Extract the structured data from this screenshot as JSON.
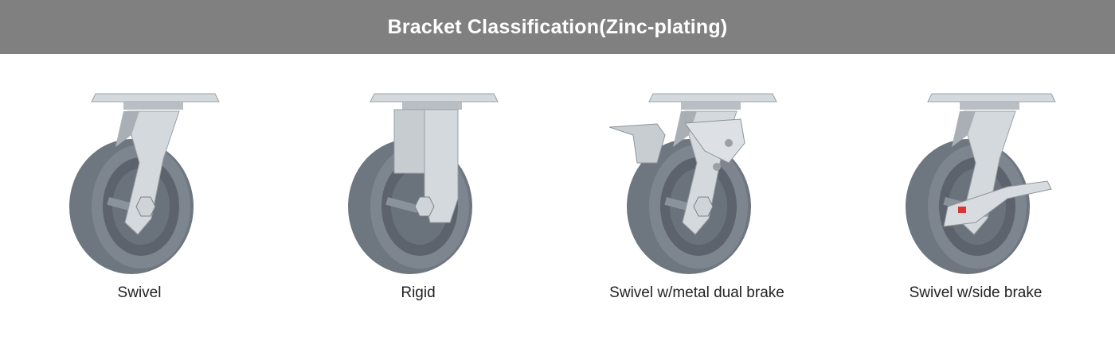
{
  "header": {
    "title": "Bracket Classification(Zinc-plating)"
  },
  "items": [
    {
      "label": "Swivel",
      "type": "swivel"
    },
    {
      "label": "Rigid",
      "type": "rigid"
    },
    {
      "label": "Swivel w/metal dual brake",
      "type": "dual-brake"
    },
    {
      "label": "Swivel w/side brake",
      "type": "side-brake"
    }
  ],
  "colors": {
    "header_bg": "#808080",
    "wheel": "#6e7680",
    "hub": "#5c636c",
    "metal": "#d4d9de"
  }
}
